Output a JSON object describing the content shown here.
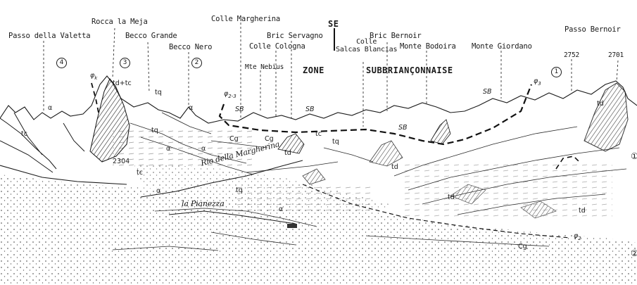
{
  "peaks": {
    "passo_valetta": "Passo della Valetta",
    "rocca_meja": "Rocca la Meja",
    "becco_grande": "Becco Grande",
    "becco_nero": "Becco Nero",
    "colle_margherina": "Colle Margherina",
    "bric_servagno": "Bric Servagno",
    "colle_cologna": "Colle Cologna",
    "mte_nebius": "Mte Nebius",
    "se_marker": "SE",
    "colle_salcas": "Colle\nSalcas Blancias",
    "bric_bernoir": "Bric Bernoir",
    "monte_bodoira": "Monte Bodoira",
    "monte_giordano": "Monte Giordano",
    "passo_bernoir": "Passo Bernoir",
    "alt_2752": "2752",
    "alt_2701": "2701"
  },
  "zone": {
    "word1": "ZONE",
    "word2": "SUBBRIANÇONNAISE"
  },
  "circled": [
    "4",
    "3",
    "2",
    "1"
  ],
  "geology": {
    "alpha": "α",
    "tc": "tc",
    "tq": "tq",
    "td": "td",
    "cg": "Cg",
    "td_tc": "td+tc",
    "sb": "SB",
    "phi_k": "φ",
    "phi_k_sub": "k",
    "phi_23": "φ",
    "phi_23_sub": "2-3",
    "phi_3": "φ",
    "phi_3_sub": "3",
    "phi_2": "φ",
    "phi_2_sub": "2",
    "alt_2304": "2304"
  },
  "places": {
    "rio": "Rio della Margherina",
    "pianezza": "la Pianezza"
  },
  "edge_marks": [
    "①",
    "②"
  ]
}
